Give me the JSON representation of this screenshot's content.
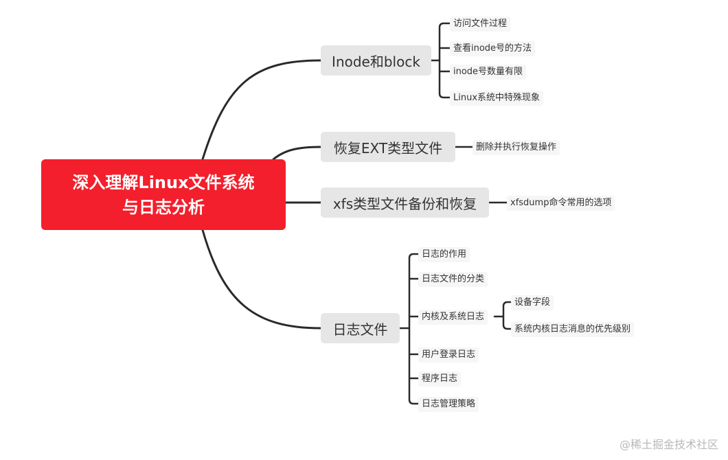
{
  "root": {
    "line1": "深入理解Linux文件系统",
    "line2": "与日志分析"
  },
  "branches": [
    {
      "label": "Inode和block",
      "children": [
        "访问文件过程",
        "查看inode号的方法",
        "inode号数量有限",
        "Linux系统中特殊现象"
      ]
    },
    {
      "label": "恢复EXT类型文件",
      "children": [
        "删除并执行恢复操作"
      ]
    },
    {
      "label": "xfs类型文件备份和恢复",
      "children": [
        "xfsdump命令常用的选项"
      ]
    },
    {
      "label": "日志文件",
      "children": [
        "日志的作用",
        "日志文件的分类",
        {
          "label": "内核及系统日志",
          "children": [
            "设备字段",
            "系统内核日志消息的优先级别"
          ]
        },
        "用户登录日志",
        "程序日志",
        "日志管理策略"
      ]
    }
  ],
  "watermark": "@稀土掘金技术社区",
  "colors": {
    "root": "#f31f2c",
    "branch_box": "#e6e6e6",
    "line": "#2a2a2a"
  }
}
